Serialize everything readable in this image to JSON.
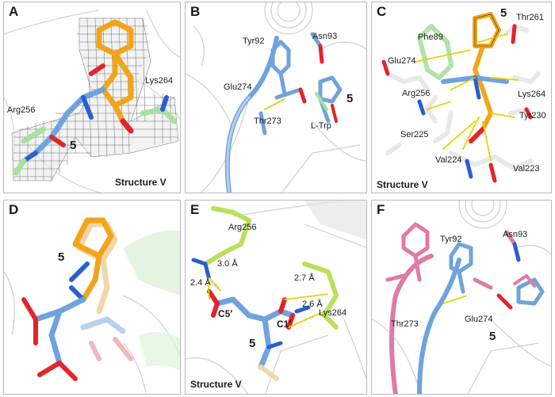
{
  "colors": {
    "ligand": "#f2a51b",
    "ligand_light": "#f3d6a8",
    "protein": "#6fa3de",
    "protein_light": "#b9d1ec",
    "residue": "#e8e8e8",
    "pink": "#e07ba3",
    "green": "#a9e0a0",
    "lime": "#b8e05a",
    "oxygen": "#e3242b",
    "nitrogen": "#2b5fd1",
    "hbond": "#e8d000",
    "mesh": "#5a5a5a"
  },
  "panels": [
    {
      "id": "A",
      "letter": "A",
      "labels": {
        "lys264": "Lys264",
        "arg256": "Arg256",
        "compound": "5",
        "structure": "Structure V"
      }
    },
    {
      "id": "B",
      "letter": "B",
      "labels": {
        "tyr92": "Tyr92",
        "asn93": "Asn93",
        "glu274": "Glu274",
        "thr273": "Thr273",
        "compound": "5",
        "ltrp": "L-Trp"
      }
    },
    {
      "id": "C",
      "letter": "C",
      "labels": {
        "compound": "5",
        "thr261": "Thr261",
        "phe89": "Phe89",
        "glu274": "Glu274",
        "lys264": "Lys264",
        "arg256": "Arg256",
        "tyr230": "Tyr230",
        "ser225": "Ser225",
        "val224": "Val224",
        "val223": "Val223",
        "structure": "Structure V"
      }
    },
    {
      "id": "D",
      "letter": "D",
      "labels": {
        "compound": "5"
      }
    },
    {
      "id": "E",
      "letter": "E",
      "labels": {
        "arg256": "Arg256",
        "d30": "3.0 Å",
        "d24": "2.4 Å",
        "d27": "2.7 Å",
        "d26": "2.6 Å",
        "c5": "C5′",
        "c1": "C1′",
        "lys264": "Lys264",
        "compound": "5",
        "structure": "Structure V"
      }
    },
    {
      "id": "F",
      "letter": "F",
      "labels": {
        "tyr92": "Tyr92",
        "asn93": "Asn93",
        "thr273": "Thr273",
        "glu274": "Glu274",
        "compound": "5"
      }
    }
  ]
}
